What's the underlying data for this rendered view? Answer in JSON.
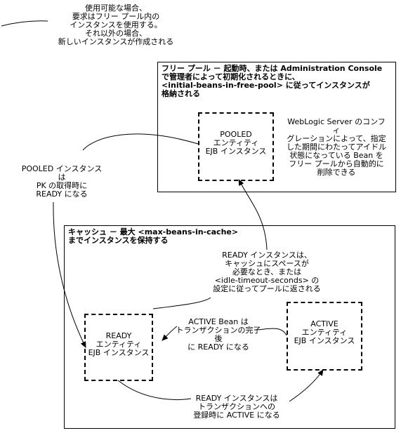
{
  "free_pool": {
    "heading": "フリー プール － 起動時、または Administration Console\nで管理者によって初期化されるときに、\n<initial-beans-in-free-pool> に従ってインスタンスが\n格納される",
    "pooled_box": "POOLED\nエンティティ\nEJB インスタンス",
    "idle_removal_note": "WebLogic Server のコンフィ\nグレーションによって、指定\nした期間にわたってアイドル\n状態になっている Bean を\nフリー プールから自動的に\n削除できる"
  },
  "cache": {
    "heading": "キャッシュ － 最大 <max-beans-in-cache>\nまでインスタンスを保持する",
    "ready_box": "READY\nエンティティ\nEJB インスタンス",
    "active_box": "ACTIVE\nエンティティ\nEJB インスタンス",
    "return_note": "READY インスタンスは、\nキャッシュにスペースが\n必要なとき、または\n<idle-timeout-seconds> の\n設定に従ってプールに返される",
    "active_to_ready_note": "ACTIVE Bean は\nトランザクションの完了後\nに READY になる",
    "ready_to_active_note": "READY インスタンスは\nトランザクションへの\n登録時に ACTIVE になる"
  },
  "top_note": "使用可能な場合、\n要求はフリー プール内の\nインスタンスを使用する。\nそれ以外の場合、\n新しいインスタンスが作成される",
  "pooled_to_ready_note": "POOLED インスタンスは\nPK の取得時に\nREADY になる"
}
